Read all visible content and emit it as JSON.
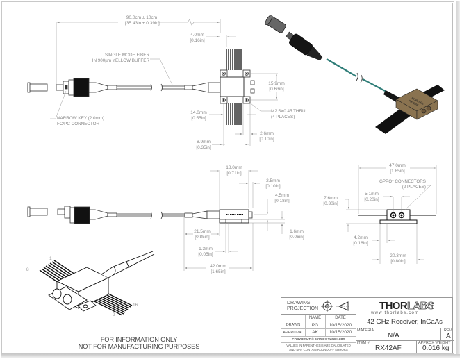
{
  "document": {
    "type": "mechanical-drawing",
    "disclaimer_line1": "FOR INFORMATION ONLY",
    "disclaimer_line2": "NOT FOR MANUFACTURING PURPOSES"
  },
  "top_view": {
    "fiber_length": {
      "primary": "90.0cm ± 10cm",
      "secondary": "[35.43in ± 0.39in]"
    },
    "fiber_note": {
      "line1": "SINGLE MODE FIBER",
      "line2": "IN 900µm YELLOW BUFFER"
    },
    "connector_note": {
      "line1": "NARROW KEY (2.0mm)",
      "line2": "FC/PC CONNECTOR"
    },
    "dim_4_0": {
      "primary": "4.0mm",
      "secondary": "[0.16in]"
    },
    "dim_14_0": {
      "primary": "14.0mm",
      "secondary": "[0.55in]"
    },
    "dim_8_9": {
      "primary": "8.9mm",
      "secondary": "[0.35in]"
    },
    "dim_15_9": {
      "primary": "15.9mm",
      "secondary": "[0.63in]"
    },
    "dim_2_6": {
      "primary": "2.6mm",
      "secondary": "[0.10in]"
    },
    "thread_note": {
      "line1": "M2.5X0.45 THRU",
      "line2": "(4 PLACES)"
    }
  },
  "side_view": {
    "dim_18_0": {
      "primary": "18.0mm",
      "secondary": "[0.71in]"
    },
    "dim_2_5": {
      "primary": "2.5mm",
      "secondary": "[0.10in]"
    },
    "dim_4_5": {
      "primary": "4.5mm",
      "secondary": "[0.18in]"
    },
    "dim_21_5": {
      "primary": "21.5mm",
      "secondary": "[0.85in]"
    },
    "dim_1_6": {
      "primary": "1.6mm",
      "secondary": "[0.06in]"
    },
    "dim_1_3": {
      "primary": "1.3mm",
      "secondary": "[0.05in]"
    },
    "dim_42_0": {
      "primary": "42.0mm",
      "secondary": "[1.65in]"
    }
  },
  "end_view": {
    "dim_47_0": {
      "primary": "47.0mm",
      "secondary": "[1.85in]"
    },
    "connector_note": {
      "line1": "GPPO* CONNECTORS",
      "line2": "(2 PLACES)"
    },
    "dim_7_6": {
      "primary": "7.6mm",
      "secondary": "[0.30in]"
    },
    "dim_5_1": {
      "primary": "5.1mm",
      "secondary": "[0.20in]"
    },
    "dim_4_2": {
      "primary": "4.2mm",
      "secondary": "[0.16in]"
    },
    "dim_20_3": {
      "primary": "20.3mm",
      "secondary": "[0.80in]"
    }
  },
  "iso_view": {
    "pin_labels": [
      "1",
      "8",
      "9",
      "16"
    ]
  },
  "render_view": {
    "body_color": "#8a7350",
    "fiber_color": "#2f7d78",
    "lead_color": "#111111"
  },
  "title_block": {
    "projection_label_1": "DRAWING",
    "projection_label_2": "PROJECTION",
    "col_name": "NAME",
    "col_date": "DATE",
    "rows": [
      {
        "role": "DRAWN",
        "name": "PG",
        "date": "10/15/2020"
      },
      {
        "role": "APPROVAL",
        "name": "AK",
        "date": "10/15/2020"
      }
    ],
    "copyright": "COPYRIGHT © 2020 BY THORLABS",
    "values_note_1": "VALUES IN PARENTHESIS ARE CALCULATED",
    "values_note_2": "AND MAY CONTAIN ROUNDOFF ERRORS",
    "logo_thor": "THOR",
    "logo_labs": "LABS",
    "logo_url": "www.thorlabs.com",
    "description": "42 GHz Receiver, InGaAs",
    "material_label": "MATERIAL",
    "material_value": "N/A",
    "rev_label": "REV",
    "rev_value": "A",
    "item_label": "ITEM #",
    "item_value": "RX42AF",
    "weight_label": "APPROX WEIGHT",
    "weight_value": "0.016",
    "weight_unit": "kg"
  }
}
